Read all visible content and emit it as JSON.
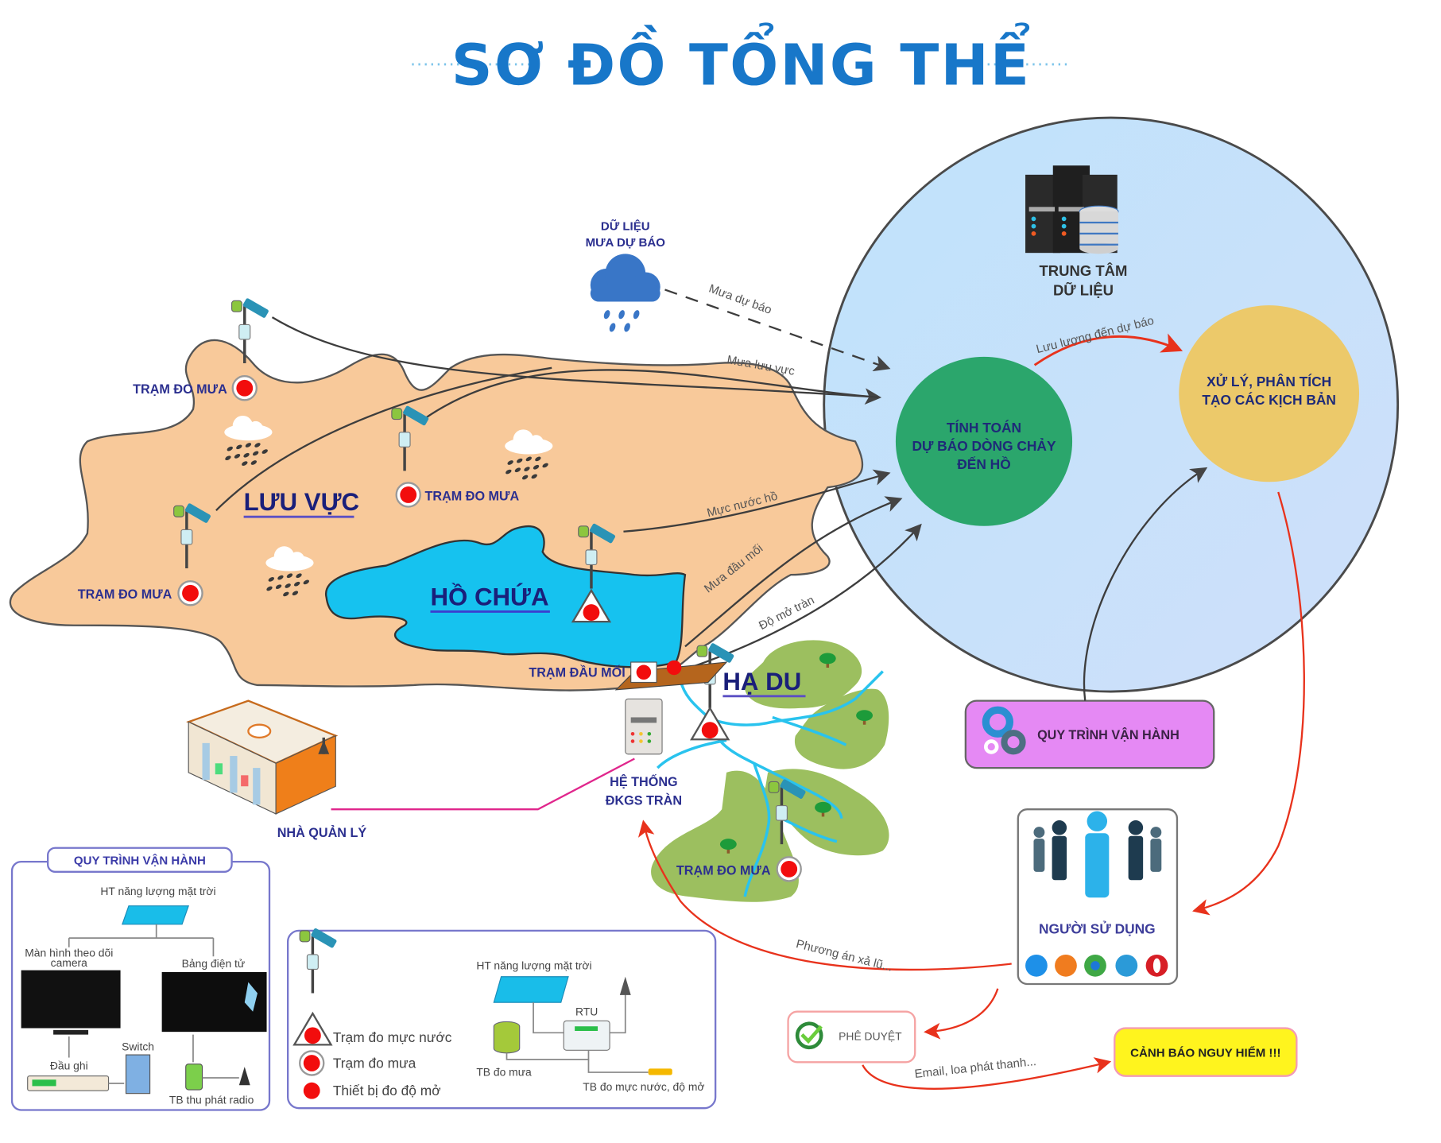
{
  "title": "SƠ ĐỒ TỔNG THỂ",
  "colors": {
    "title_blue": "#1877c9",
    "data_center_circle": "#c6e3fb",
    "compute_node": "#2ba66c",
    "analysis_node": "#ecc96a",
    "basin": "#f8c99a",
    "reservoir": "#16c2ef",
    "downstream": "#9cbf5f",
    "process_box": "#e589f4",
    "warning_box": "#fff41e",
    "red_arrow": "#e8321c",
    "management_link": "#e0268c"
  },
  "data_center": {
    "label_line1": "TRUNG TÂM",
    "label_line2": "DỮ LIỆU",
    "compute_node": {
      "line1": "TÍNH TOÁN",
      "line2": "DỰ BÁO DÒNG CHẢY",
      "line3": "ĐẾN HỒ"
    },
    "analysis_node": {
      "line1": "XỬ LÝ, PHÂN TÍCH",
      "line2": "TẠO CÁC KỊCH BẢN"
    },
    "internal_flow_label": "Lưu lượng đến dự báo"
  },
  "forecast_rain": {
    "label_line1": "DỮ LIỆU",
    "label_line2": "MƯA DỰ BÁO",
    "flow_label": "Mưa dự báo"
  },
  "flows": {
    "basin_rain": "Mưa lưu vực",
    "reservoir_level": "Mực nước hồ",
    "headworks_rain": "Mưa đầu mối",
    "spillway_opening": "Độ mở tràn",
    "discharge_plan": "Phương án xả lũ...",
    "notification": "Email, loa phát thanh..."
  },
  "regions": {
    "basin": "LƯU VỰC",
    "reservoir": "HỒ CHỨA",
    "downstream": "HẠ DU"
  },
  "stations": {
    "rain_station": "TRẠM ĐO MƯA",
    "headworks_station": "TRẠM ĐẦU MỐI",
    "spillway_system_line1": "HỆ THỐNG",
    "spillway_system_line2": "ĐKGS TRÀN",
    "management_house": "NHÀ QUẢN LÝ"
  },
  "process_box": {
    "label": "QUY TRÌNH VẬN HÀNH"
  },
  "users": {
    "label": "NGƯỜI SỬ DỤNG",
    "browsers": [
      "safari",
      "firefox",
      "chrome",
      "internet-explorer",
      "opera"
    ]
  },
  "approval": {
    "label": "PHÊ DUYỆT"
  },
  "warning": {
    "label": "CẢNH BÁO NGUY HIỂM !!!"
  },
  "legend_left": {
    "title": "QUY TRÌNH VẬN HÀNH",
    "solar": "HT năng lượng mặt trời",
    "camera_monitor_line1": "Màn hình theo dõi",
    "camera_monitor_line2": "camera",
    "led_board": "Bảng điện tử",
    "recorder": "Đầu ghi",
    "switch": "Switch",
    "radio": "TB thu phát radio"
  },
  "legend_right": {
    "water_level_station": "Trạm đo mực nước",
    "rain_station": "Trạm đo mưa",
    "opening_device": "Thiết bị đo độ mở",
    "solar": "HT năng lượng mặt trời",
    "rtu": "RTU",
    "rain_gauge": "TB đo mưa",
    "level_opening_sensor": "TB đo mực nước, độ mở"
  }
}
